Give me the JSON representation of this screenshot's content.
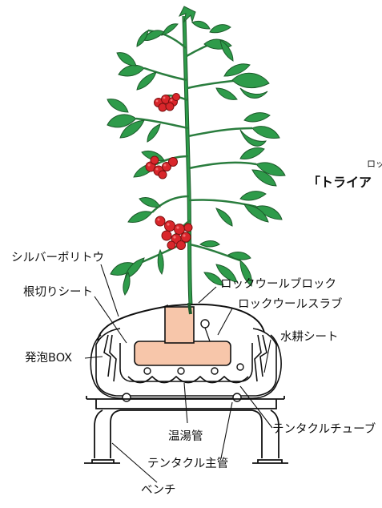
{
  "labels": {
    "silver_poly": "シルバーポリトウ",
    "root_cut_sheet": "根切りシート",
    "foam_box": "発泡BOX",
    "rockwool_block": "ロックウールブロック",
    "rockwool_slab": "ロックウールスラブ",
    "hydro_sheet": "水耕シート",
    "tentacle_tube": "テンタクルチューブ",
    "hot_water_pipe": "温湯管",
    "tentacle_main_pipe": "テンタクル主管",
    "bench": "ベンチ",
    "truncated_top": "ロッ",
    "truncated_title": "「トライア"
  },
  "colors": {
    "leaf": "#2e9b4a",
    "leaf_dark": "#1c5a2a",
    "tomato": "#d9262b",
    "block": "#f7c6aa",
    "line": "#111111"
  }
}
